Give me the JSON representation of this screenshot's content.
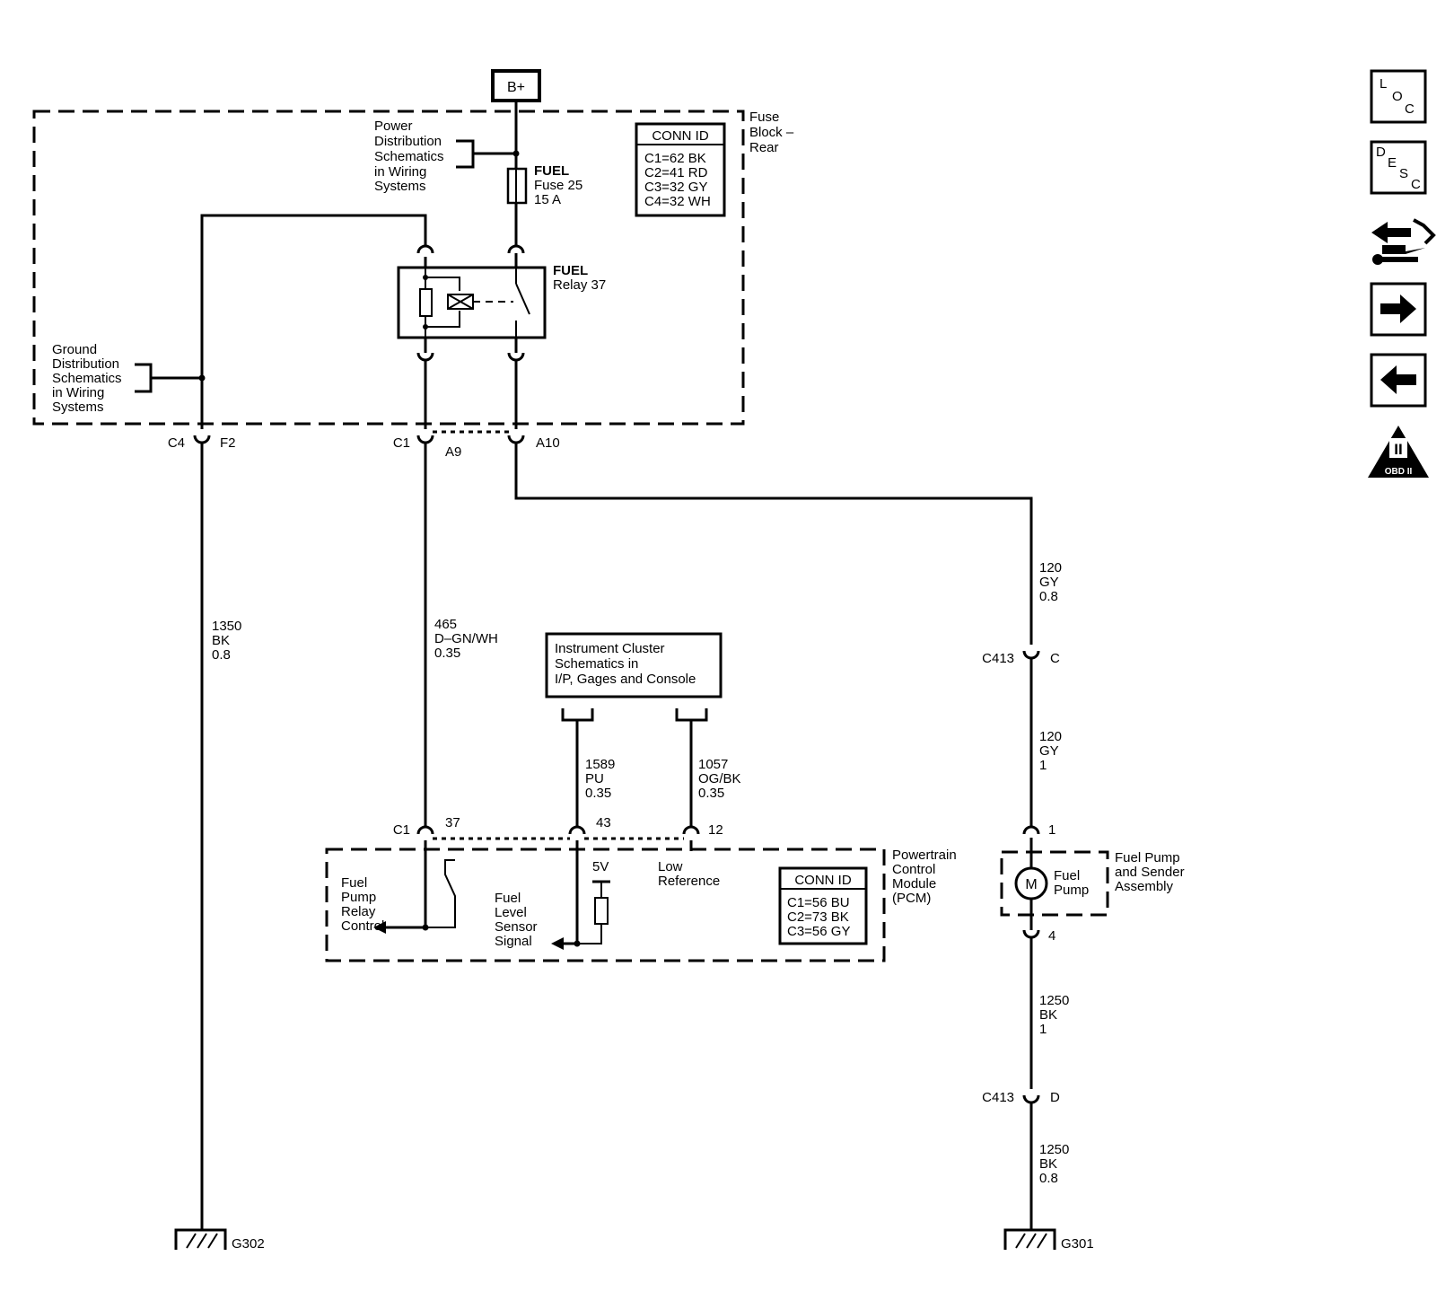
{
  "power_source": "B+",
  "power_distribution_ref": [
    "Power",
    "Distribution",
    "Schematics",
    "in Wiring",
    "Systems"
  ],
  "ground_distribution_ref": [
    "Ground",
    "Distribution",
    "Schematics",
    "in Wiring",
    "Systems"
  ],
  "fuse_block": {
    "label": [
      "Fuse",
      "Block –",
      "Rear"
    ],
    "conn_id": {
      "title": "CONN ID",
      "lines": [
        "C1=62 BK",
        "C2=41 RD",
        "C3=32 GY",
        "C4=32 WH"
      ]
    },
    "fuse": {
      "lines": [
        "FUEL",
        "Fuse 25",
        "15 A"
      ]
    },
    "relay": {
      "lines": [
        "FUEL",
        "Relay 37"
      ]
    },
    "connectors": {
      "c4": "C4",
      "f2": "F2",
      "c1": "C1",
      "a9": "A9",
      "a10": "A10"
    }
  },
  "wires": {
    "w1350": [
      "1350",
      "BK",
      "0.8"
    ],
    "w465": [
      "465",
      "D–GN/WH",
      "0.35"
    ],
    "w120a": [
      "120",
      "GY",
      "0.8"
    ],
    "w120b": [
      "120",
      "GY",
      "1"
    ],
    "w1589": [
      "1589",
      "PU",
      "0.35"
    ],
    "w1057": [
      "1057",
      "OG/BK",
      "0.35"
    ],
    "w1250a": [
      "1250",
      "BK",
      "1"
    ],
    "w1250b": [
      "1250",
      "BK",
      "0.8"
    ]
  },
  "instrument_cluster": [
    "Instrument Cluster",
    "Schematics in",
    "I/P, Gages and Console"
  ],
  "pcm": {
    "label": [
      "Powertrain",
      "Control",
      "Module",
      "(PCM)"
    ],
    "conn_id": {
      "title": "CONN ID",
      "lines": [
        "C1=56 BU",
        "C2=73 BK",
        "C3=56 GY"
      ]
    },
    "relay_control": [
      "Fuel",
      "Pump",
      "Relay",
      "Control"
    ],
    "sensor_signal": [
      "Fuel",
      "Level",
      "Sensor",
      "Signal"
    ],
    "low_reference": [
      "Low",
      "Reference"
    ],
    "voltage": "5V",
    "pins": {
      "c1": "C1",
      "p37": "37",
      "p43": "43",
      "p12": "12"
    }
  },
  "c413": {
    "name": "C413",
    "pin_c": "C",
    "pin_d": "D"
  },
  "fuel_pump_assembly": {
    "label": [
      "Fuel Pump",
      "and Sender",
      "Assembly"
    ],
    "pump": [
      "Fuel",
      "Pump"
    ],
    "motor": "M",
    "pin1": "1",
    "pin4": "4"
  },
  "grounds": {
    "g302": "G302",
    "g301": "G301"
  },
  "side_icons": {
    "loc": [
      "L",
      "O",
      "C"
    ],
    "desc": [
      "D",
      "E",
      "S",
      "C"
    ],
    "obd": {
      "numeral": "II",
      "label": "OBD II"
    },
    "icon_names": [
      "loc-icon",
      "desc-icon",
      "wrench-arrows-icon",
      "arrow-right-icon",
      "arrow-left-icon",
      "obd-ii-icon"
    ]
  }
}
